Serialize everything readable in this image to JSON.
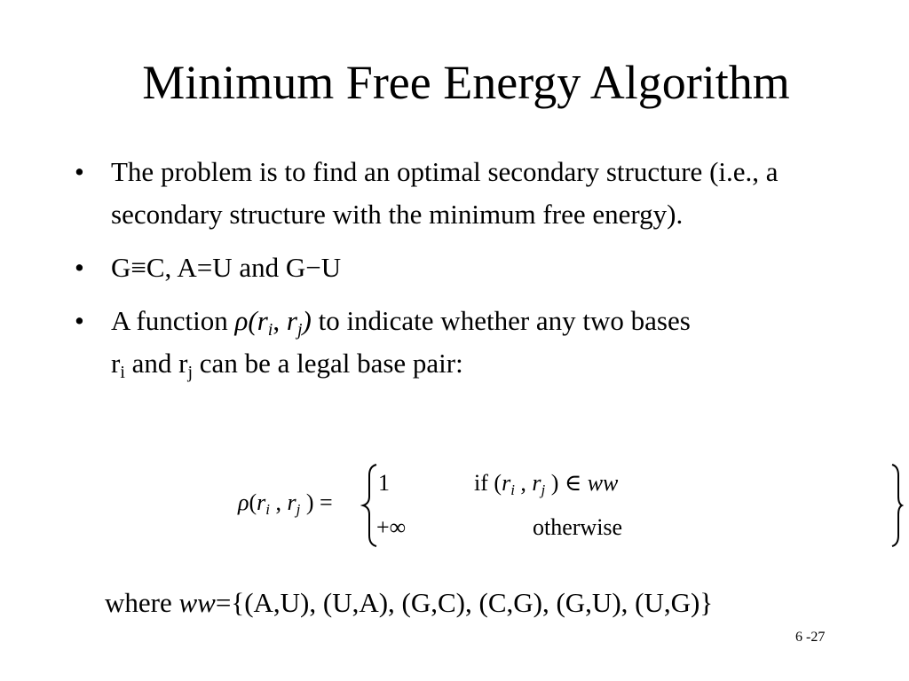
{
  "title": "Minimum Free Energy Algorithm",
  "bullet_marker": "•",
  "bullets": {
    "b1": "The problem is to find an optimal secondary structure (i.e., a secondary structure with the minimum free energy).",
    "b2": "G≡C, A=U and G−U",
    "b3": {
      "prefix": "A function ",
      "rho": "ρ",
      "open": "(",
      "r": "r",
      "i": "i",
      "comma": ", ",
      "j": "j",
      "close": ")",
      "middle": " to  indicate whether any two bases",
      "line2_r1": "r",
      "line2_and": " and ",
      "line2_r2": "r",
      "line2_rest": " can be a legal base pair:"
    }
  },
  "formula": {
    "lhs_rho": "ρ",
    "lhs_open": "(",
    "lhs_r": "r",
    "lhs_i": "i",
    "lhs_comma": " , ",
    "lhs_j": "j",
    "lhs_close": " ) =",
    "case1_value": "1",
    "case1_if": "if",
    "case1_cond_open": " (",
    "case1_r": "r",
    "case1_i": "i",
    "case1_comma": " , ",
    "case1_j": "j",
    "case1_close": " ) ∈ ",
    "case1_ww": "ww",
    "case2_value": "+∞",
    "case2_condition": "otherwise"
  },
  "where_line": {
    "prefix": "where ",
    "ww": "ww",
    "rest": "={(A,U), (U,A), (G,C), (C,G), (G,U), (U,G)}"
  },
  "page_number": "6 -27"
}
